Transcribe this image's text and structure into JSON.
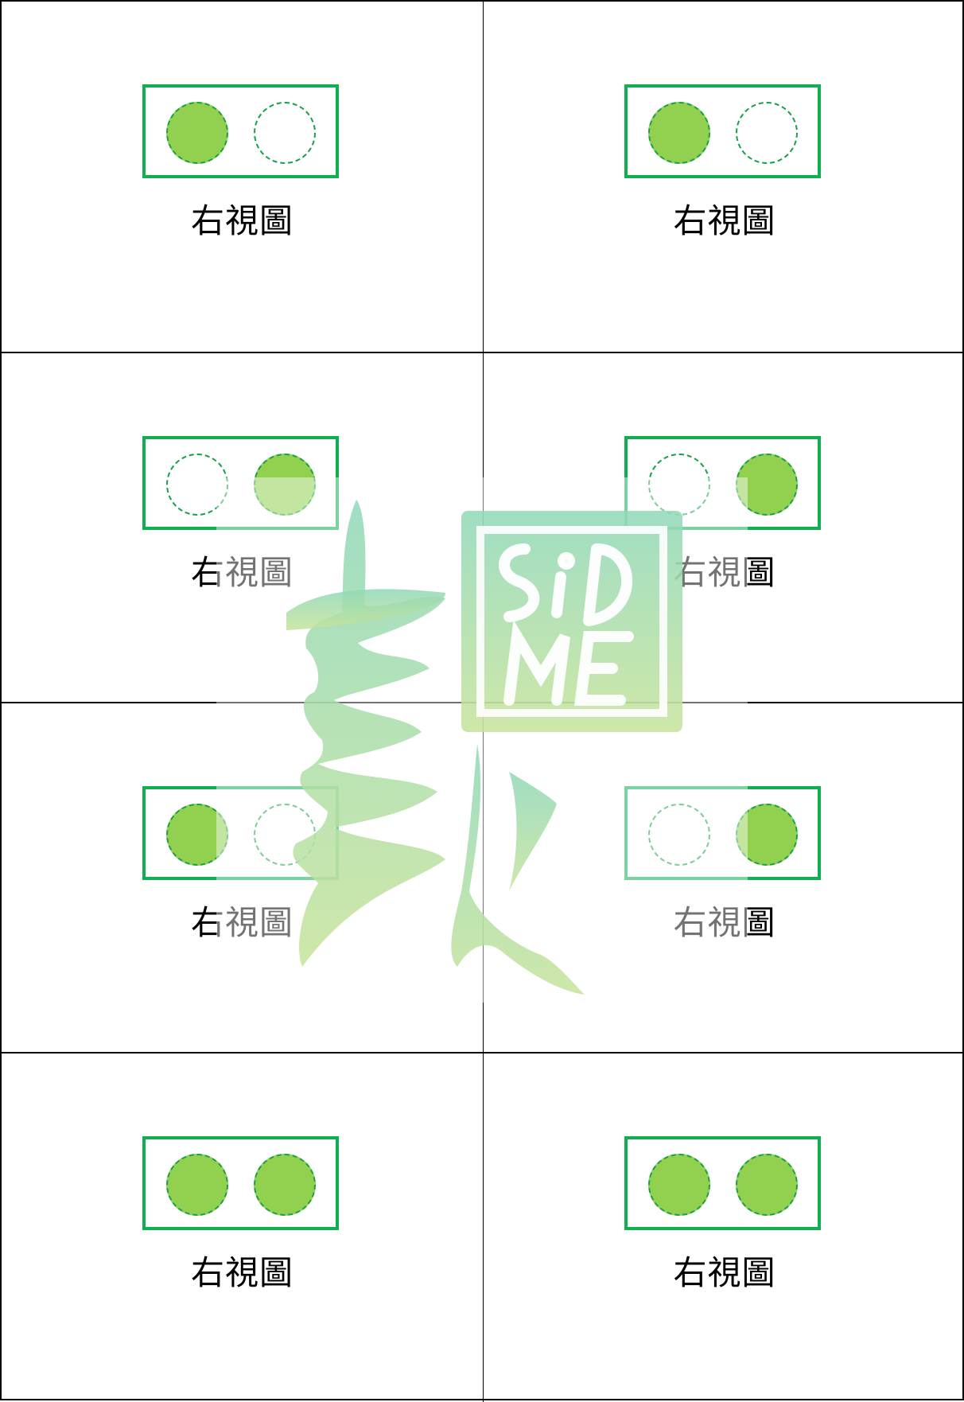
{
  "colors": {
    "frame": "#10b050",
    "dot_fill": "#92d050",
    "dot_outline": "#18a048",
    "watermark_teal": "#8fd8b8",
    "watermark_green": "#c6e39a"
  },
  "cells": [
    {
      "caption": "右視圖",
      "dots": [
        true,
        false
      ]
    },
    {
      "caption": "右視圖",
      "dots": [
        true,
        false
      ]
    },
    {
      "caption": "右視圖",
      "dots": [
        false,
        true
      ]
    },
    {
      "caption": "右視圖",
      "dots": [
        false,
        true
      ]
    },
    {
      "caption": "右視圖",
      "dots": [
        true,
        false
      ]
    },
    {
      "caption": "右視圖",
      "dots": [
        false,
        true
      ]
    },
    {
      "caption": "右視圖",
      "dots": [
        true,
        true
      ]
    },
    {
      "caption": "右視圖",
      "dots": [
        true,
        true
      ]
    }
  ],
  "watermark": {
    "seal_text": "SiDME",
    "calligraphy": "勤"
  }
}
